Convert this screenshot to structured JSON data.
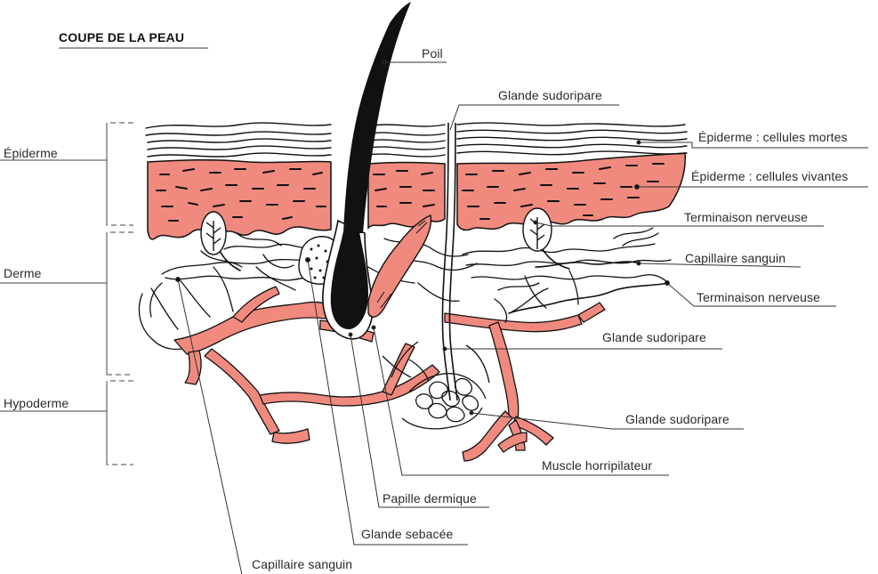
{
  "title": "COUPE DE LA PEAU",
  "colors": {
    "living_layer": "#f08a7e",
    "vessel": "#f08a7e",
    "ink": "#111111",
    "leader": "#333333"
  },
  "layers": {
    "epidermis": "Épiderme",
    "dermis": "Derme",
    "hypodermis": "Hypoderme"
  },
  "labels": {
    "hair": "Poil",
    "sweat_gland_duct": "Glande sudoripare",
    "dead_cells": "Épiderme : cellules mortes",
    "living_cells": "Épiderme : cellules vivantes",
    "nerve_ending_top": "Terminaison nerveuse",
    "capillary_right": "Capillaire sanguin",
    "nerve_ending_right": "Terminaison nerveuse",
    "sweat_gland_mid": "Glande sudoripare",
    "sweat_gland_coil": "Glande sudoripare",
    "arrector_muscle": "Muscle horripilateur",
    "dermal_papilla": "Papille dermique",
    "sebaceous_gland": "Glande sebacée",
    "capillary_bottom": "Capillaire sanguin"
  }
}
